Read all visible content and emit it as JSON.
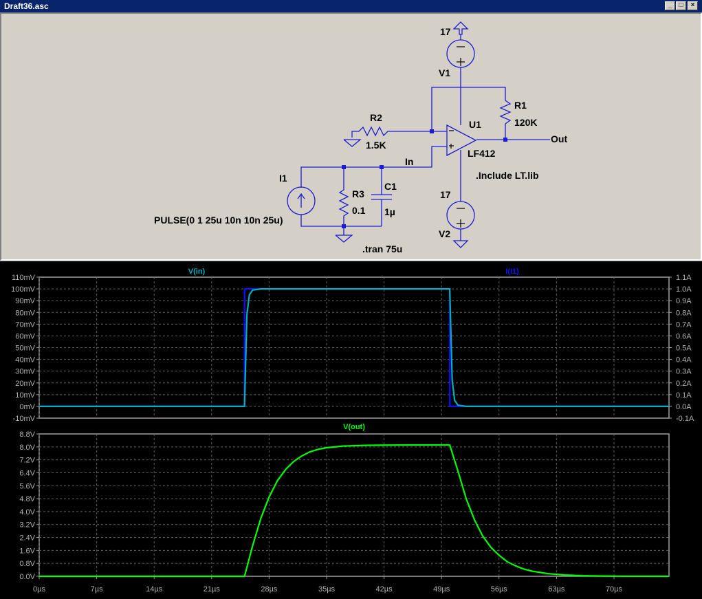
{
  "window": {
    "title": "Draft36.asc",
    "min_icon": "minimize-icon",
    "max_icon": "maximize-icon",
    "close_icon": "close-icon"
  },
  "schematic": {
    "v1": {
      "name": "V1",
      "value": "17"
    },
    "v2": {
      "name": "V2",
      "value": "17"
    },
    "r1": {
      "name": "R1",
      "value": "120K"
    },
    "r2": {
      "name": "R2",
      "value": "1.5K"
    },
    "r3": {
      "name": "R3",
      "value": "0.1"
    },
    "c1": {
      "name": "C1",
      "value": "1µ"
    },
    "i1": {
      "name": "I1",
      "value": "PULSE(0 1 25u 10n 10n 25u)"
    },
    "u1": {
      "name": "U1",
      "value": "LF412"
    },
    "net_in": "In",
    "net_out": "Out",
    "include": ".Include LT.lib",
    "tran": ".tran 75u"
  },
  "chart_data": [
    {
      "type": "line",
      "title": "",
      "legend": [
        "V(in)",
        "I(I1)"
      ],
      "ylabels_left": [
        "110mV",
        "100mV",
        "90mV",
        "80mV",
        "70mV",
        "60mV",
        "50mV",
        "40mV",
        "30mV",
        "20mV",
        "10mV",
        "0mV",
        "-10mV"
      ],
      "ylabels_right": [
        "1.1A",
        "1.0A",
        "0.9A",
        "0.8A",
        "0.7A",
        "0.6A",
        "0.5A",
        "0.4A",
        "0.3A",
        "0.2A",
        "0.1A",
        "0.0A",
        "-0.1A"
      ],
      "xlim": [
        0,
        76.7
      ],
      "ylim_left": [
        -10,
        110
      ],
      "ylim_right": [
        -0.1,
        1.1
      ],
      "grid": true,
      "series": [
        {
          "name": "V(in)",
          "color": "#00b0c0",
          "axis": "left",
          "x": [
            0,
            25,
            25.3,
            25.6,
            26,
            27,
            50,
            50.3,
            50.6,
            51,
            52,
            76.7
          ],
          "y": [
            0,
            0,
            78,
            95,
            99,
            100,
            100,
            22,
            5,
            1,
            0,
            0
          ]
        },
        {
          "name": "I(I1)",
          "color": "#1010ff",
          "axis": "right",
          "x": [
            0,
            25,
            25.01,
            50,
            50.01,
            76.7
          ],
          "y": [
            0,
            0,
            1.0,
            1.0,
            0,
            0
          ]
        }
      ]
    },
    {
      "type": "line",
      "title": "",
      "legend": [
        "V(out)"
      ],
      "ylabels_left": [
        "8.8V",
        "8.0V",
        "7.2V",
        "6.4V",
        "5.6V",
        "4.8V",
        "4.0V",
        "3.2V",
        "2.4V",
        "1.6V",
        "0.8V",
        "0.0V"
      ],
      "xlabels": [
        "0µs",
        "7µs",
        "14µs",
        "21µs",
        "28µs",
        "35µs",
        "42µs",
        "49µs",
        "56µs",
        "63µs",
        "70µs"
      ],
      "xticks": [
        0,
        7,
        14,
        21,
        28,
        35,
        42,
        49,
        56,
        63,
        70
      ],
      "xlim": [
        0,
        76.7
      ],
      "ylim": [
        0,
        8.8
      ],
      "grid": true,
      "series": [
        {
          "name": "V(out)",
          "color": "#00ff00",
          "x": [
            0,
            25,
            26,
            27,
            28,
            29,
            30,
            31,
            32,
            33,
            34,
            35,
            37,
            40,
            45,
            50,
            51,
            52,
            53,
            54,
            55,
            56,
            57,
            58,
            59,
            60,
            62,
            64,
            66,
            68,
            70,
            76.7
          ],
          "y": [
            0,
            0,
            1.9,
            3.6,
            4.9,
            5.9,
            6.6,
            7.1,
            7.45,
            7.7,
            7.85,
            7.95,
            8.05,
            8.1,
            8.12,
            8.12,
            6.5,
            4.8,
            3.5,
            2.5,
            1.8,
            1.3,
            0.9,
            0.65,
            0.45,
            0.32,
            0.16,
            0.08,
            0.04,
            0.02,
            0.01,
            0
          ]
        }
      ]
    }
  ]
}
